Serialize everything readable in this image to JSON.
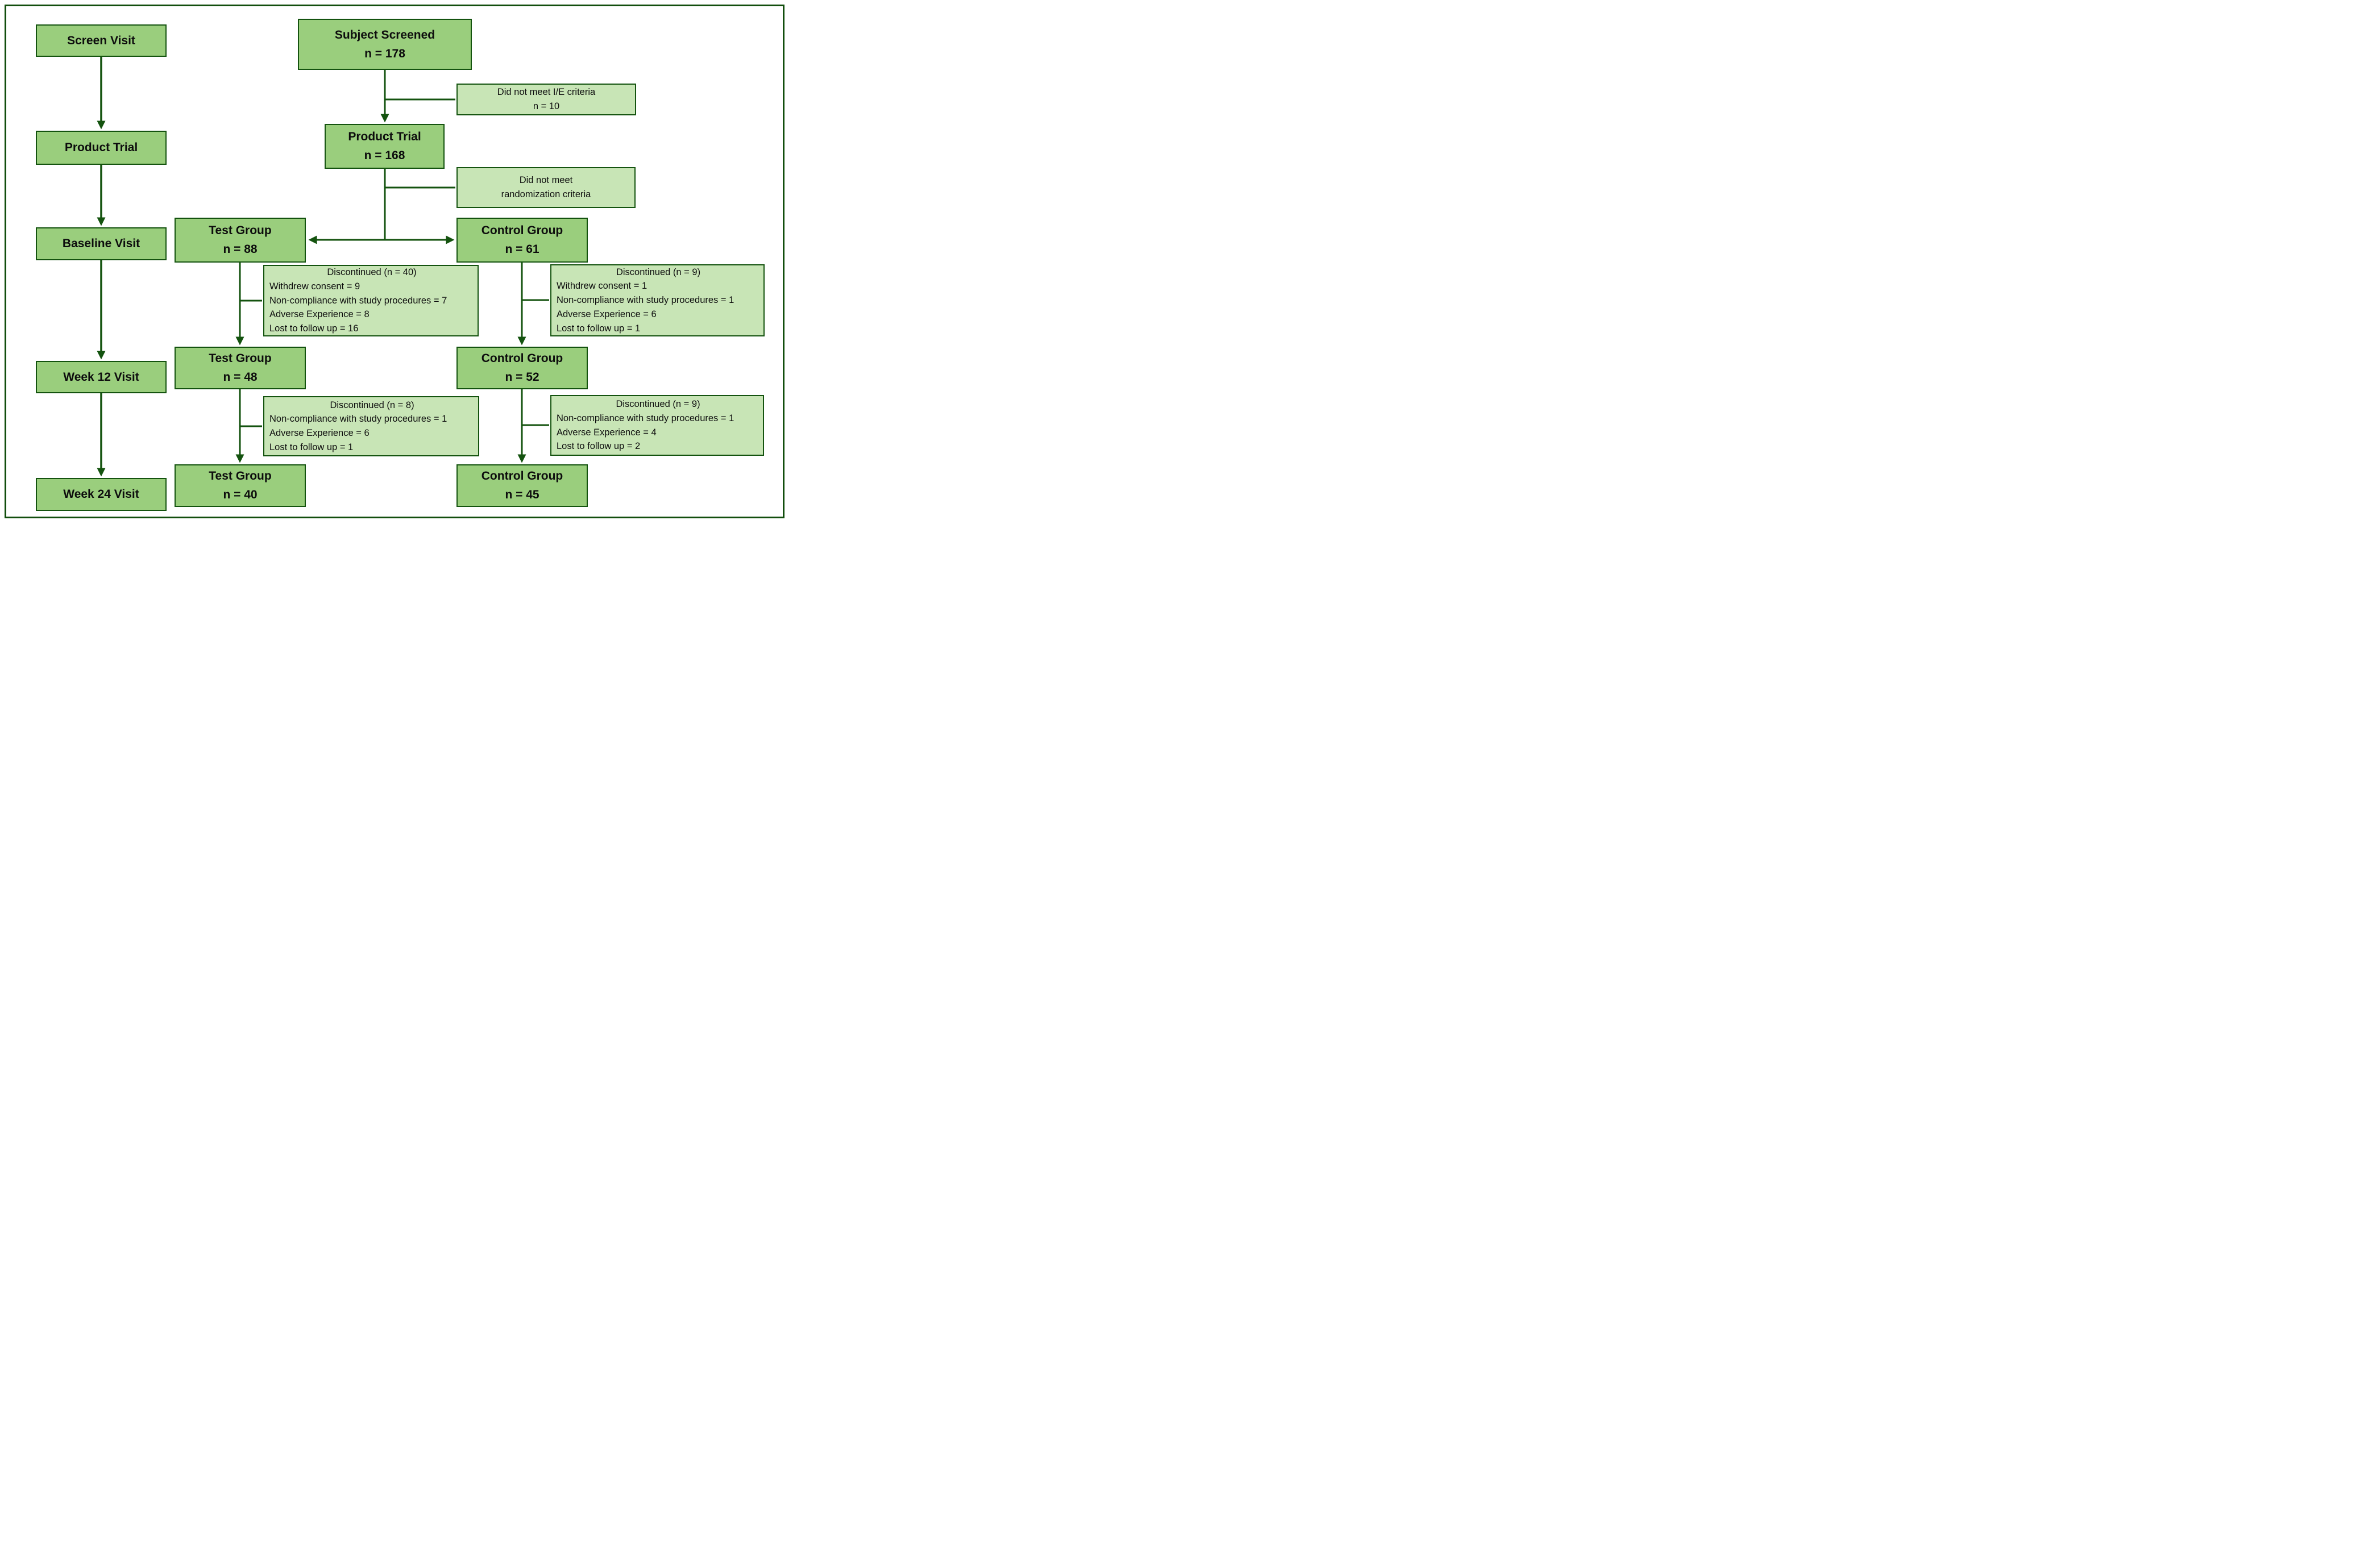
{
  "colors": {
    "box_fill": "#9ace7d",
    "light_box_fill": "#c8e5b6",
    "border_and_lines": "#14530f",
    "outer_frame": "#124e0d",
    "text": "#0d0d0d",
    "background": "#ffffff"
  },
  "left_column": {
    "screen_visit": "Screen Visit",
    "product_trial": "Product Trial",
    "baseline_visit": "Baseline Visit",
    "week12_visit": "Week 12 Visit",
    "week24_visit": "Week 24 Visit"
  },
  "flow": {
    "subject_screened": {
      "label": "Subject Screened",
      "count": "n = 178"
    },
    "not_ie": {
      "line1": "Did not meet I/E criteria",
      "line2": "n = 10"
    },
    "product_trial": {
      "label": "Product Trial",
      "count": "n = 168"
    },
    "not_rand": {
      "line1": "Did not meet",
      "line2": "randomization criteria"
    },
    "test1": {
      "label": "Test Group",
      "count": "n = 88"
    },
    "control1": {
      "label": "Control Group",
      "count": "n = 61"
    },
    "disc_test1": {
      "title": "Discontinued (n = 40)",
      "reasons": [
        "Withdrew consent = 9",
        "Non-compliance with study procedures = 7",
        "Adverse Experience = 8",
        "Lost to follow up = 16"
      ]
    },
    "disc_control1": {
      "title": "Discontinued (n = 9)",
      "reasons": [
        "Withdrew consent = 1",
        "Non-compliance with study procedures = 1",
        "Adverse Experience = 6",
        "Lost to follow up = 1"
      ]
    },
    "test2": {
      "label": "Test Group",
      "count": "n = 48"
    },
    "control2": {
      "label": "Control Group",
      "count": "n = 52"
    },
    "disc_test2": {
      "title": "Discontinued (n = 8)",
      "reasons": [
        "Non-compliance with study procedures = 1",
        "Adverse Experience = 6",
        "Lost to follow up = 1"
      ]
    },
    "disc_control2": {
      "title": "Discontinued (n = 9)",
      "reasons": [
        "Non-compliance with study procedures = 1",
        "Adverse Experience = 4",
        "Lost to follow up = 2"
      ]
    },
    "test3": {
      "label": "Test Group",
      "count": "n = 40"
    },
    "control3": {
      "label": "Control Group",
      "count": "n = 45"
    }
  }
}
